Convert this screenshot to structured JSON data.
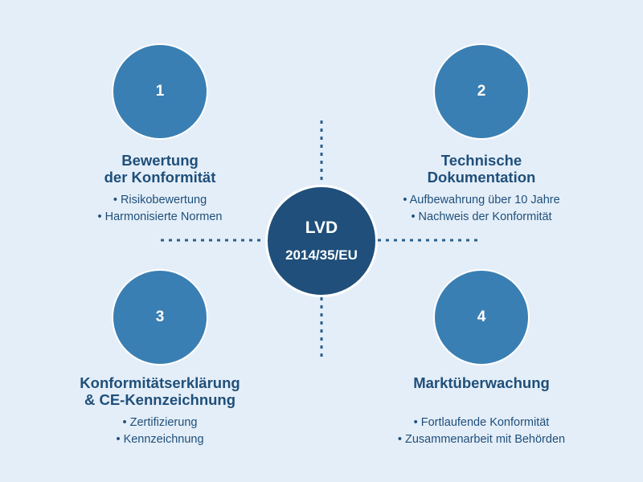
{
  "center": {
    "line1": "LVD",
    "line2": "2014/35/EU"
  },
  "colors": {
    "background": "#e4eef8",
    "step_circle": "#3a7fb3",
    "center_circle": "#1f4f7a",
    "text": "#1f4f7a",
    "connector": "#2c5f8a"
  },
  "steps": [
    {
      "number": "1",
      "title": "Bewertung\nder Konformität",
      "bullets": [
        "Risikobewertung",
        "Harmonisierte Normen"
      ]
    },
    {
      "number": "2",
      "title": "Technische\nDokumentation",
      "bullets": [
        "Aufbewahrung über 10 Jahre",
        "Nachweis der Konformität"
      ]
    },
    {
      "number": "3",
      "title": "Konformitätserklärung\n& CE-Kennzeichnung",
      "bullets": [
        "Zertifizierung",
        "Kennzeichnung"
      ]
    },
    {
      "number": "4",
      "title": "Marktüberwachung",
      "bullets": [
        "Fortlaufende Konformität",
        "Zusammenarbeit mit Behörden"
      ]
    }
  ]
}
